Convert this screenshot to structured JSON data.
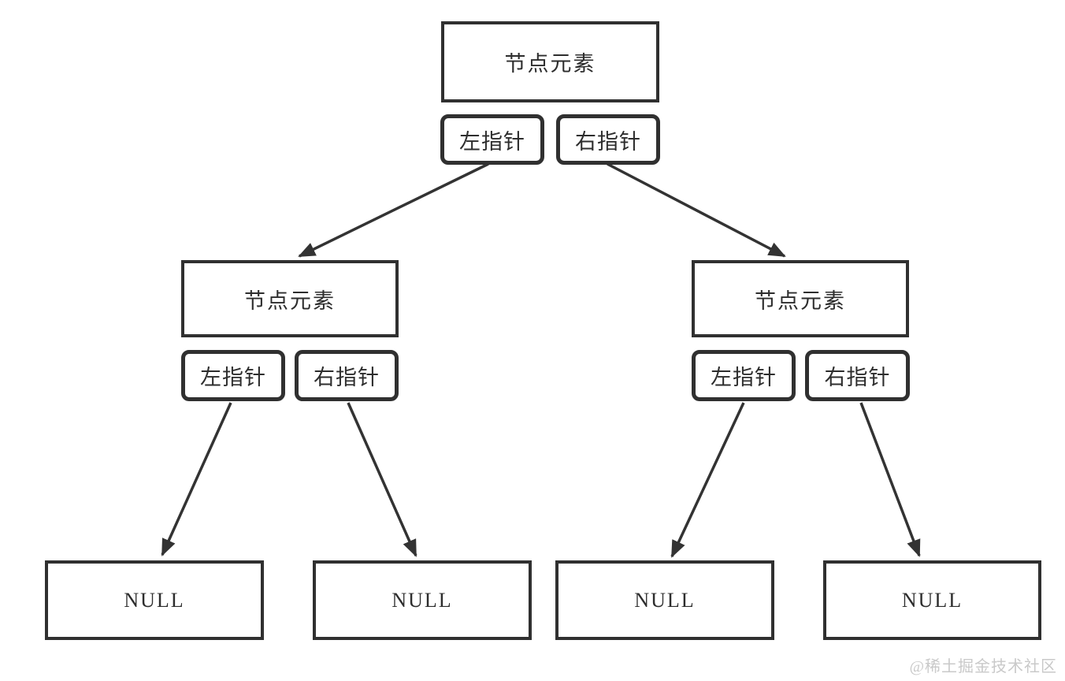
{
  "diagram": {
    "root": {
      "label": "节点元素",
      "left_pointer": "左指针",
      "right_pointer": "右指针"
    },
    "left_child": {
      "label": "节点元素",
      "left_pointer": "左指针",
      "right_pointer": "右指针"
    },
    "right_child": {
      "label": "节点元素",
      "left_pointer": "左指针",
      "right_pointer": "右指针"
    },
    "null_nodes": [
      "NULL",
      "NULL",
      "NULL",
      "NULL"
    ],
    "watermark": "@稀土掘金技术社区",
    "colors": {
      "line": "#333333",
      "border": "#303030",
      "text": "#2d2d2d",
      "background": "#ffffff",
      "watermark": "#c9c9c9"
    }
  }
}
